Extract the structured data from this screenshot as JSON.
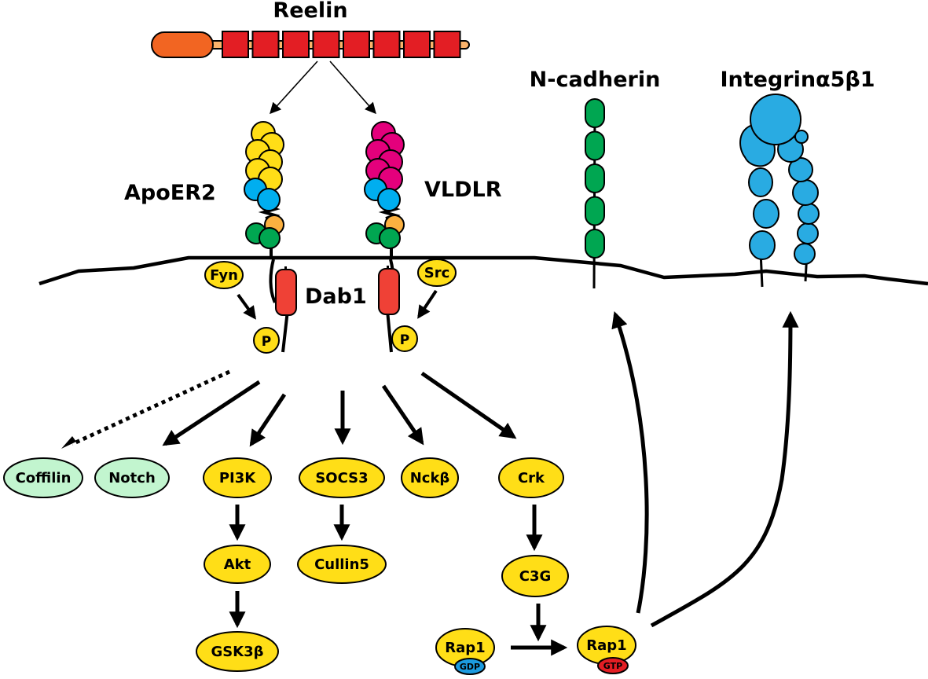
{
  "title": "Reelin signaling pathway",
  "colors": {
    "reelin_head": "#f26522",
    "reelin_repeat": "#e31e24",
    "reelin_linker": "#fbb36b",
    "apoer2_ligand": "#ffde17",
    "vldlr_ligand": "#e4007c",
    "egf_blue": "#00aeef",
    "orange_domain": "#fbb040",
    "green_domain": "#00a651",
    "dab1": "#ef4136",
    "kinase": "#ffde17",
    "effector_yellow": "#ffde17",
    "effector_green": "#c2f5cf",
    "integrin": "#29abe2",
    "cadherin": "#00a651",
    "gdp": "#1c9be0",
    "gtp": "#e31e24"
  },
  "labels": {
    "reelin": "Reelin",
    "apoer2": "ApoER2",
    "vldlr": "VLDLR",
    "ncadherin": "N-cadherin",
    "integrin": "Integrinα5β1",
    "dab1": "Dab1"
  },
  "kinases": [
    {
      "id": "fyn",
      "label": "Fyn"
    },
    {
      "id": "src",
      "label": "Src"
    }
  ],
  "phospho": [
    "P",
    "P"
  ],
  "effectors": [
    {
      "id": "coffilin",
      "label": "Coffilin",
      "style": "green",
      "link": "dashed"
    },
    {
      "id": "notch",
      "label": "Notch",
      "style": "green",
      "link": "solid"
    },
    {
      "id": "pi3k",
      "label": "PI3K",
      "style": "yellow",
      "link": "solid"
    },
    {
      "id": "socs3",
      "label": "SOCS3",
      "style": "yellow",
      "link": "solid"
    },
    {
      "id": "nckb",
      "label": "Nckβ",
      "style": "yellow",
      "link": "solid"
    },
    {
      "id": "crk",
      "label": "Crk",
      "style": "yellow",
      "link": "solid"
    }
  ],
  "downstream": [
    {
      "id": "akt",
      "label": "Akt",
      "from": "pi3k"
    },
    {
      "id": "gsk3b",
      "label": "GSK3β",
      "from": "akt"
    },
    {
      "id": "cullin5",
      "label": "Cullin5",
      "from": "socs3"
    },
    {
      "id": "c3g",
      "label": "C3G",
      "from": "crk"
    }
  ],
  "rap1": [
    {
      "id": "rap1-gdp",
      "label": "Rap1",
      "nucleotide": "GDP"
    },
    {
      "id": "rap1-gtp",
      "label": "Rap1",
      "nucleotide": "GTP"
    }
  ],
  "targets": [
    "ncadherin",
    "integrin"
  ]
}
